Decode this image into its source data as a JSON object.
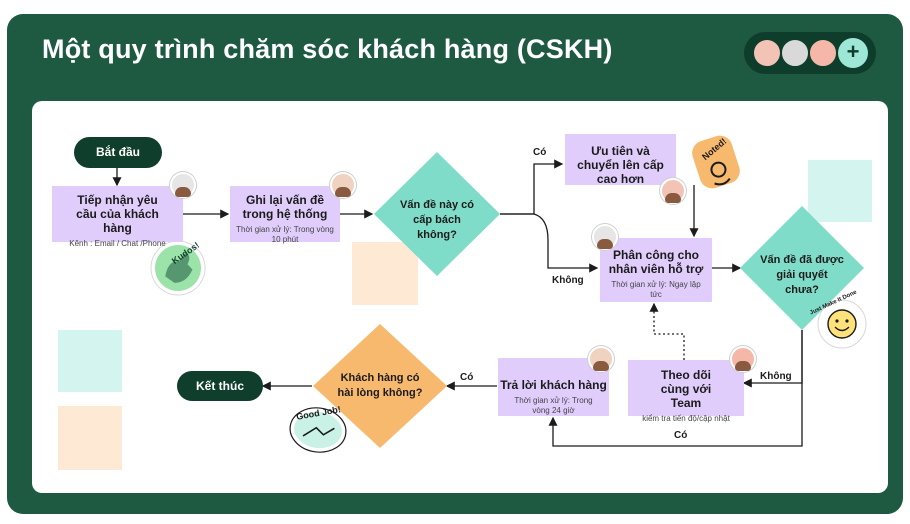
{
  "title": "Một quy trình chăm sóc khách hàng (CSKH)",
  "colors": {
    "frame": "#1e5a42",
    "pill": "#103e2c",
    "process_box": "#e0cdfc",
    "decision_teal": "#7fdcc8",
    "decision_orange": "#f7b96e",
    "sticky_peach": "#fde9d4",
    "sticky_teal": "#d4f4ef"
  },
  "flow": {
    "start": "Bắt đầu",
    "end": "Kết thúc",
    "step_receive": {
      "title": "Tiếp nhận yêu cầu của khách hàng",
      "sub": "Kênh : Email / Chat /Phone"
    },
    "step_record": {
      "title": "Ghi lại vấn đề trong hệ thống",
      "sub": "Thời gian xử lý: Trong vòng 10 phút"
    },
    "decision_urgent": "Vấn đề này có cấp bách không?",
    "step_escalate": {
      "title": "Ưu tiên và chuyển lên cấp cao hơn"
    },
    "step_assign": {
      "title": "Phân công cho nhân viên hỗ trợ",
      "sub": "Thời gian xử lý: Ngay lập tức"
    },
    "decision_resolved": "Vấn đề đã được giải quyết chưa?",
    "step_follow": {
      "title": "Theo dõi cùng với Team",
      "sub": "kiểm tra tiến độ/cập nhật"
    },
    "step_reply": {
      "title": "Trả lời khách hàng",
      "sub": "Thời gian xử lý: Trong vòng 24 giờ"
    },
    "decision_satisfied": "Khách hàng có hài lòng không?"
  },
  "edge_labels": {
    "yes_urgent": "Có",
    "no_urgent": "Không",
    "no_resolved": "Không",
    "yes_resolved": "Có",
    "yes_satisfied": "Có"
  },
  "stickers": {
    "kudos": "Kudos!",
    "noted": "Noted!",
    "just_make_it_done": "Just Make It Done",
    "good_job": "Good Job!"
  }
}
